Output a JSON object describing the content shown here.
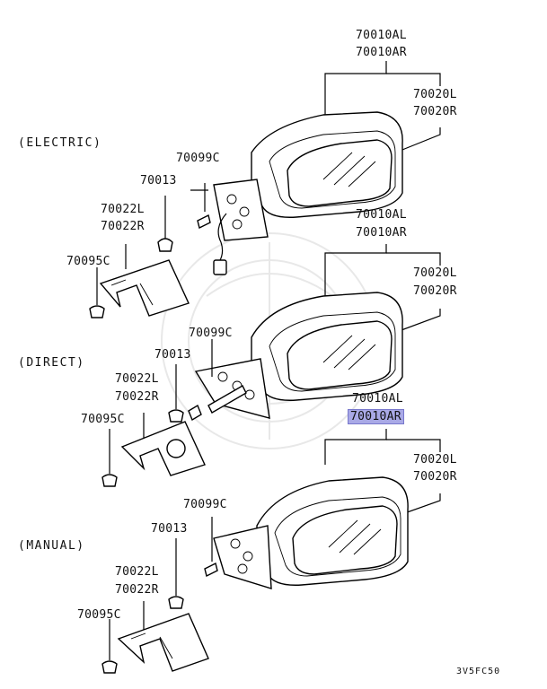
{
  "diagram": {
    "sections": {
      "electric": "(ELECTRIC)",
      "direct": "(DIRECT)",
      "manual": "(MANUAL)"
    },
    "groups": [
      {
        "mirror_assy_l": "70010AL",
        "mirror_assy_r": "70010AR",
        "glass_l": "70020L",
        "glass_r": "70020R",
        "screw": "70099C",
        "grommet": "70013",
        "cover_l": "70022L",
        "cover_r": "70022R",
        "clip": "70095C"
      },
      {
        "mirror_assy_l": "70010AL",
        "mirror_assy_r": "70010AR",
        "glass_l": "70020L",
        "glass_r": "70020R",
        "screw": "70099C",
        "grommet": "70013",
        "cover_l": "70022L",
        "cover_r": "70022R",
        "clip": "70095C"
      },
      {
        "mirror_assy_l": "70010AL",
        "mirror_assy_r": "70010AR",
        "glass_l": "70020L",
        "glass_r": "70020R",
        "screw": "70099C",
        "grommet": "70013",
        "cover_l": "70022L",
        "cover_r": "70022R",
        "clip": "70095C"
      }
    ],
    "highlighted_part": "70010AR",
    "diagram_code": "3V5FC50"
  }
}
